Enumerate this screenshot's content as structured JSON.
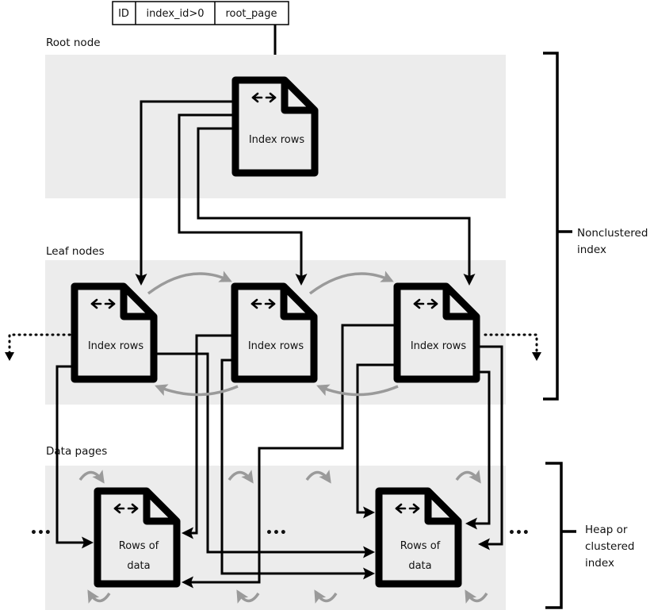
{
  "header_table": {
    "cells": [
      "ID",
      "index_id>0",
      "root_page"
    ]
  },
  "levels": {
    "root": "Root node",
    "leaf": "Leaf nodes",
    "data": "Data pages"
  },
  "brackets": {
    "nonclustered": [
      "Nonclustered",
      "index"
    ],
    "heap": [
      "Heap or",
      "clustered",
      "index"
    ]
  },
  "nodes": {
    "root": {
      "lines": [
        "Index rows"
      ]
    },
    "leaf": [
      {
        "lines": [
          "Index rows"
        ]
      },
      {
        "lines": [
          "Index rows"
        ]
      },
      {
        "lines": [
          "Index rows"
        ]
      }
    ],
    "data": [
      {
        "lines": [
          "Rows of",
          "data"
        ]
      },
      {
        "lines": [
          "Rows of",
          "data"
        ]
      }
    ]
  },
  "ellipsis": "•••",
  "icons": {
    "doc": "document-icon",
    "nav": "left-right-arrows-icon"
  },
  "colors": {
    "band": "#ececec",
    "line": "#000000",
    "sibling_arrow": "#9a9a9a"
  }
}
